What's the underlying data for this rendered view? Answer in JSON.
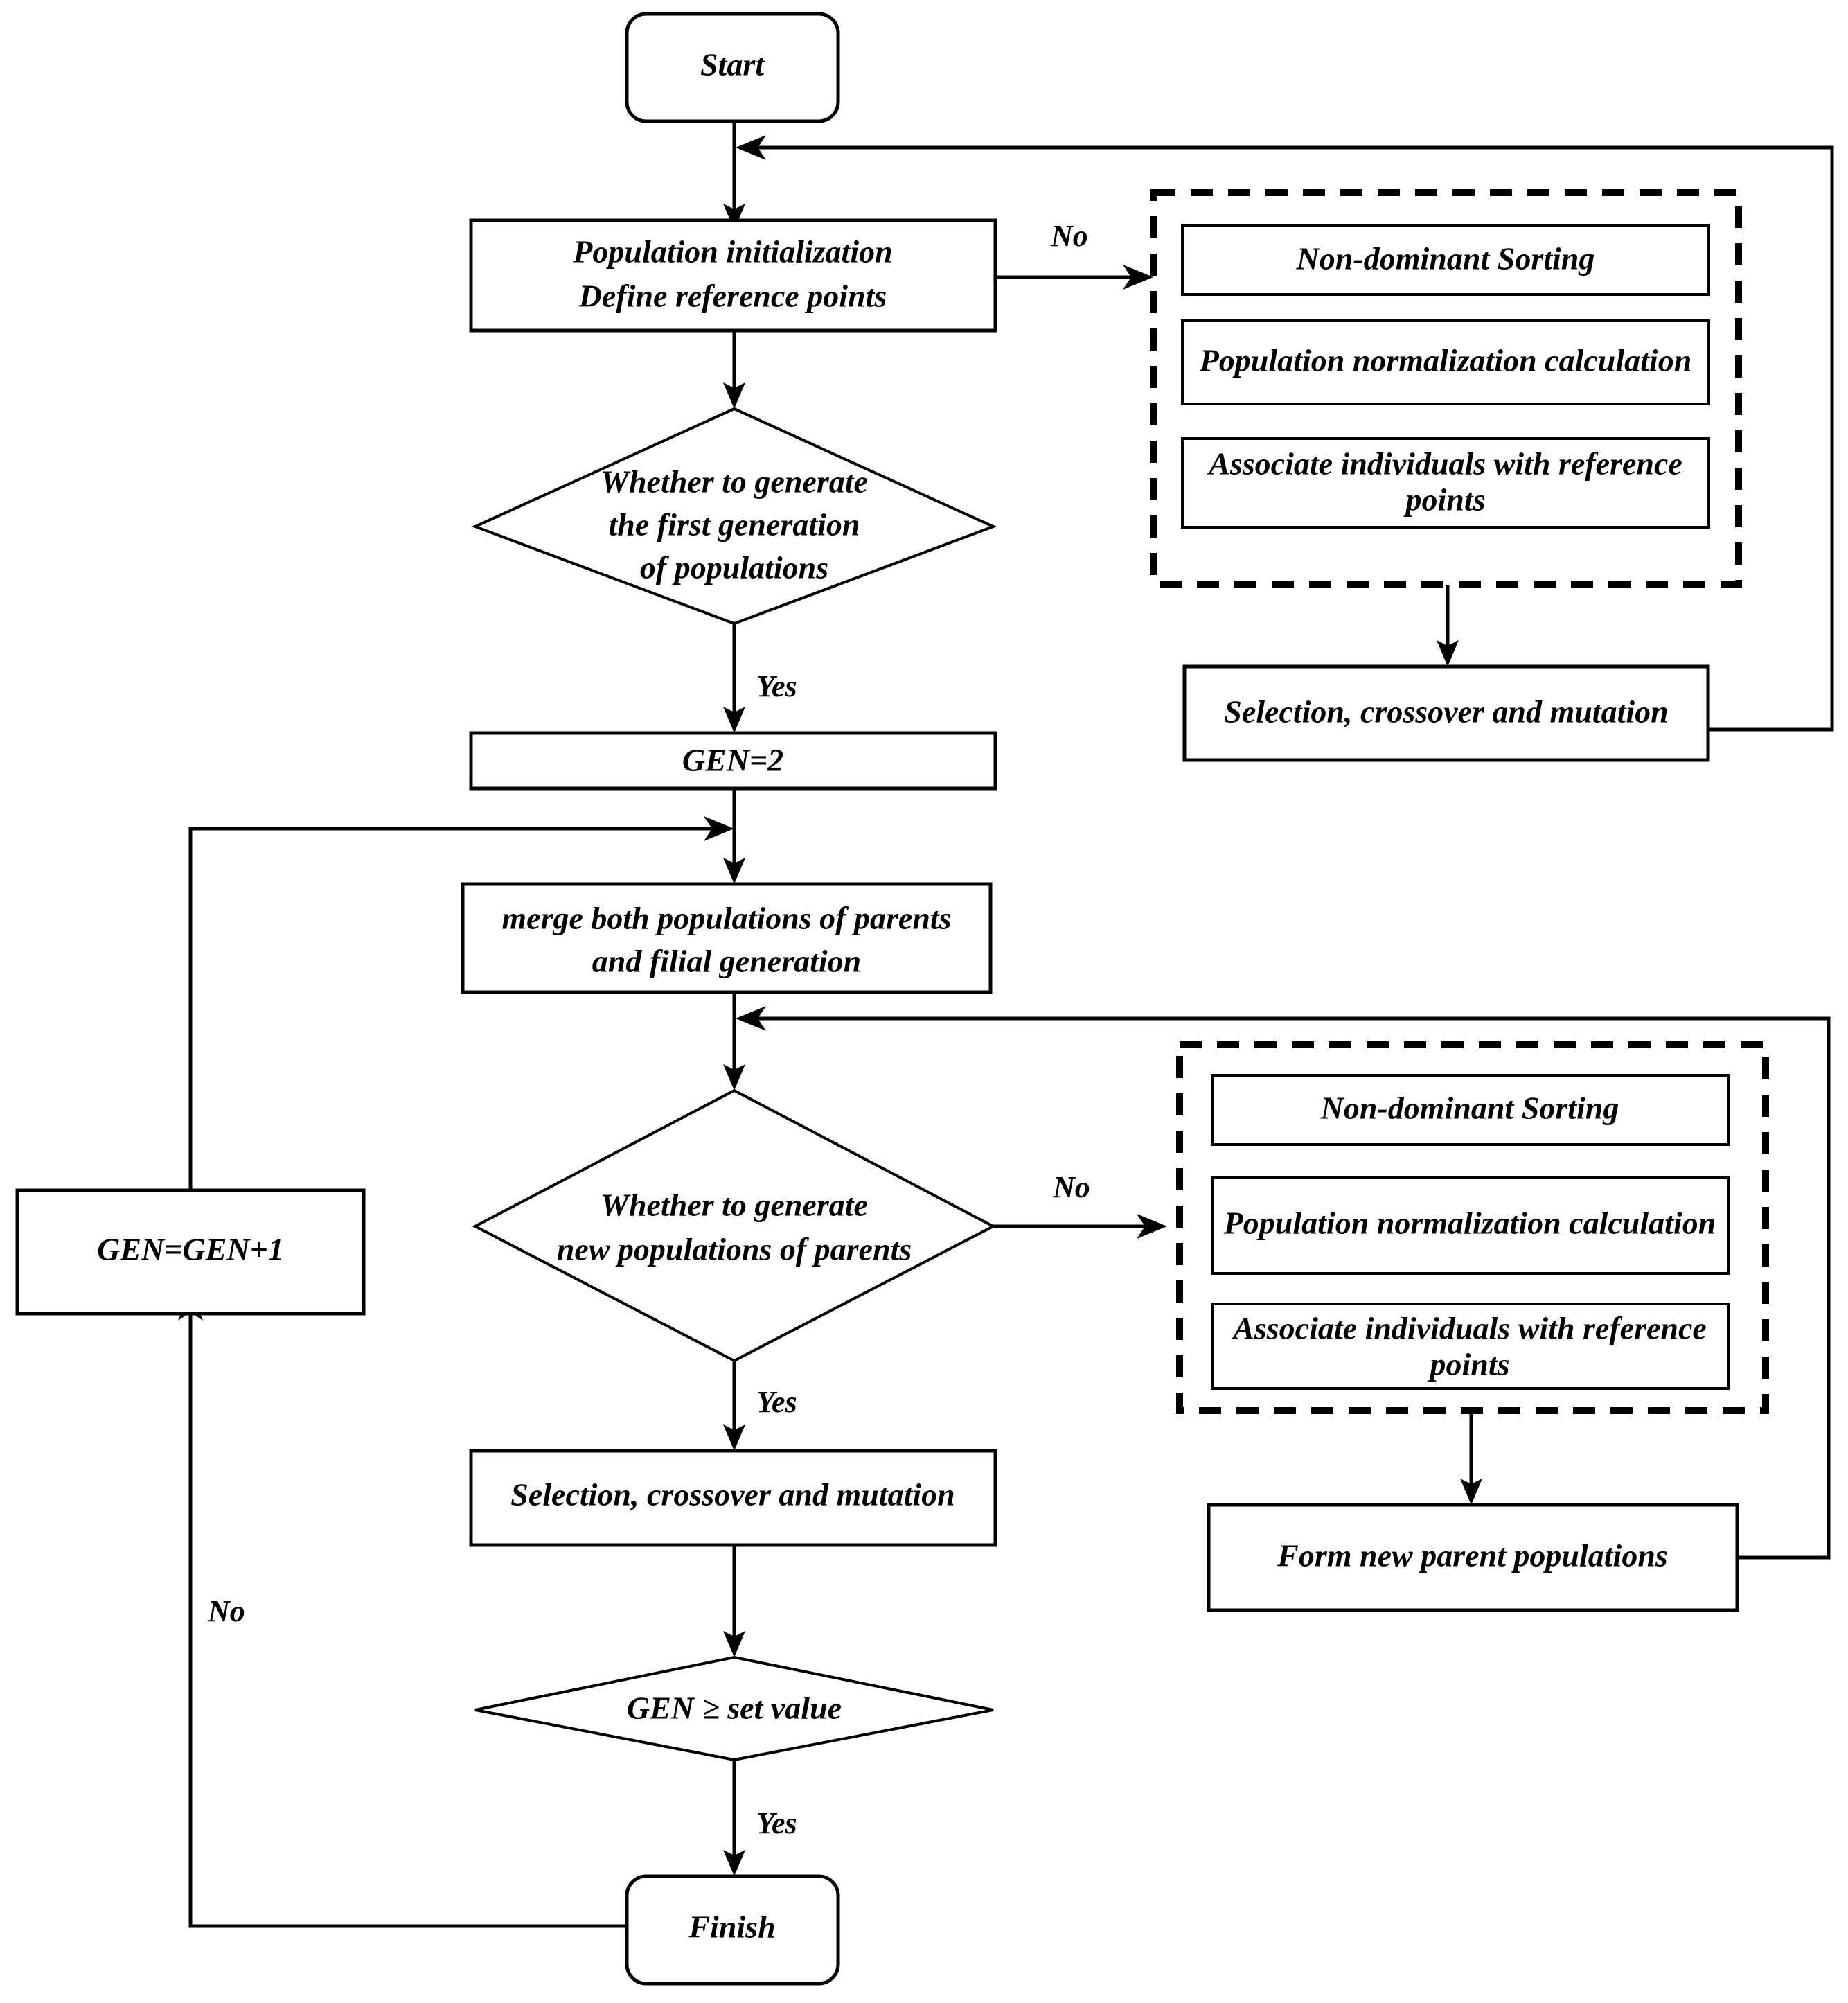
{
  "diagram": {
    "title": "NSGA-III algorithm flowchart",
    "type": "flowchart",
    "background_color": "#ffffff",
    "line_color": "#000000"
  },
  "nodes": {
    "start": {
      "label": "Start",
      "shape": "rounded-rectangle"
    },
    "population_init": {
      "line1": "Population initialization",
      "line2": "Define reference points",
      "shape": "rectangle"
    },
    "decision_first_gen": {
      "line1": "Whether to generate",
      "line2": "the first generation",
      "line3": "of populations",
      "shape": "diamond"
    },
    "gen_equals_2": {
      "label": "GEN=2",
      "shape": "rectangle"
    },
    "merge_populations": {
      "line1": "merge both populations of  parents",
      "line2": "and filial generation",
      "shape": "rectangle"
    },
    "decision_new_parents": {
      "line1": "Whether to generate",
      "line2": "new  populations of parents",
      "shape": "diamond"
    },
    "gen_increment": {
      "label": "GEN=GEN+1",
      "shape": "rectangle"
    },
    "selection_crossover_mutation_bottom": {
      "label": "Selection, crossover and mutation",
      "shape": "rectangle"
    },
    "decision_gen_set_value": {
      "label": "GEN ≥ set value",
      "shape": "diamond"
    },
    "finish": {
      "label": "Finish",
      "shape": "rounded-rectangle"
    },
    "selection_crossover_mutation_top": {
      "label": "Selection, crossover and mutation",
      "shape": "rectangle"
    },
    "form_new_parent_populations": {
      "label": "Form new parent populations",
      "shape": "rectangle"
    }
  },
  "groups": {
    "top_group": {
      "style": "dashed",
      "items": [
        {
          "label": "Non-dominant Sorting"
        },
        {
          "label": "Population normalization calculation"
        },
        {
          "line1": "Associate individuals with reference",
          "line2": "points"
        }
      ]
    },
    "bottom_group": {
      "style": "dashed",
      "items": [
        {
          "label": "Non-dominant Sorting"
        },
        {
          "label": "Population normalization calculation"
        },
        {
          "line1": "Associate individuals with reference",
          "line2": "points"
        }
      ]
    }
  },
  "edge_labels": {
    "no_top": "No",
    "yes_first_gen": "Yes",
    "no_middle": "No",
    "yes_new_parents": "Yes",
    "yes_finish": "Yes",
    "no_left_loop": "No"
  }
}
